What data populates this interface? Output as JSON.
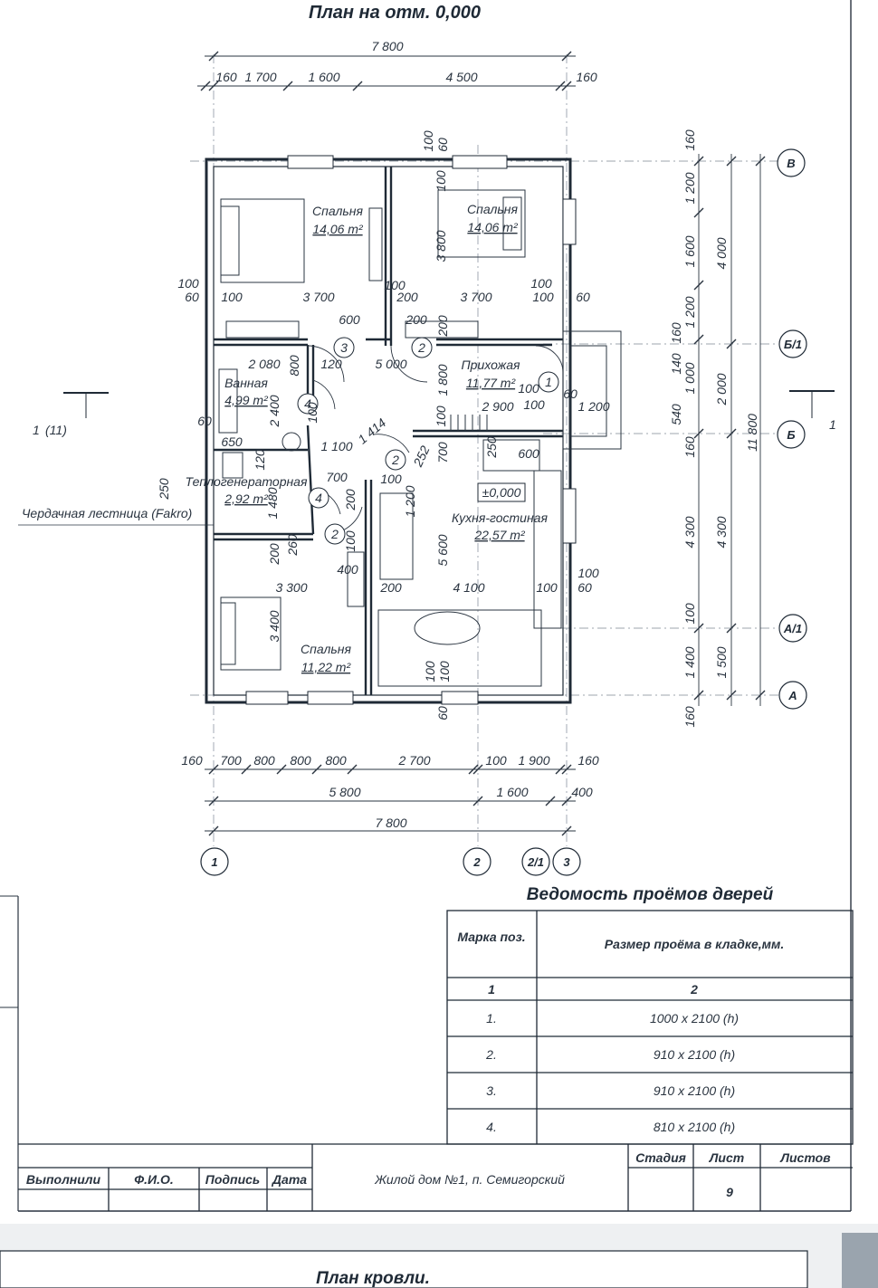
{
  "plan": {
    "title": "План  на отм. 0,000",
    "level_mark": "±0,000",
    "attic_stair_label": "Чердачная лестница (Fakro)",
    "section_mark_left": "1",
    "section_mark_left_ref": "(11)",
    "section_mark_right": "1"
  },
  "rooms": [
    {
      "name": "Спальня",
      "area": "14,06 m²"
    },
    {
      "name": "Спальня",
      "area": "14,06 m²"
    },
    {
      "name": "Прихожая",
      "area": "11,77 m²"
    },
    {
      "name": "Ванная",
      "area": "4,99 m²"
    },
    {
      "name": "Теплогенераторная",
      "area": "2,92 m²"
    },
    {
      "name": "Кухня-гостиная",
      "area": "22,57 m²"
    },
    {
      "name": "Спальня",
      "area": "11,22 m²"
    }
  ],
  "axes": {
    "horizontal": [
      "1",
      "2",
      "2/1",
      "3"
    ],
    "vertical": [
      "В",
      "Б/1",
      "Б",
      "А/1",
      "А"
    ]
  },
  "dimensions": {
    "top_total": "7 800",
    "top_chain": [
      "160",
      "1 700",
      "1 600",
      "4 500",
      "160"
    ],
    "bottom_chain_1": [
      "160",
      "700",
      "800",
      "800",
      "800",
      "2 700",
      "100",
      "1 900",
      "160"
    ],
    "bottom_chain_2": [
      "5 800",
      "1 600",
      "400"
    ],
    "bottom_total": "7 800",
    "right_chain_1": [
      "160",
      "1 200",
      "1 600",
      "1 200",
      "160",
      "140",
      "1 000",
      "540",
      "160",
      "4 300",
      "100",
      "1 400",
      "160"
    ],
    "right_chain_2": [
      "4 000",
      "2 000",
      "4 300",
      "1 500"
    ],
    "right_total": "11 800",
    "interior": [
      "100",
      "60",
      "100",
      "3 700",
      "200",
      "3 700",
      "100",
      "100",
      "60",
      "600",
      "200",
      "2 080",
      "120",
      "5 000",
      "800",
      "2 400",
      "1 800",
      "100",
      "100",
      "60",
      "2 900",
      "100",
      "1 200",
      "650",
      "1 100",
      "1 414",
      "120",
      "250",
      "252",
      "700",
      "250",
      "600",
      "700",
      "100",
      "1 200",
      "200",
      "1 480",
      "100",
      "260",
      "200",
      "400",
      "5 600",
      "3 300",
      "200",
      "4 100",
      "100",
      "100",
      "60",
      "3 400",
      "100",
      "100",
      "60",
      "3 800",
      "100",
      "60",
      "200",
      "100",
      "100",
      "100",
      "60"
    ]
  },
  "door_marks": [
    "1",
    "2",
    "2",
    "3",
    "4",
    "4",
    "2"
  ],
  "schedule": {
    "title": "Ведомость проёмов дверей",
    "col1_header": "Марка поз.",
    "col2_header": "Размер проёма в кладке,мм.",
    "col1_num": "1",
    "col2_num": "2",
    "rows": [
      {
        "mark": "1.",
        "size": "1000 x 2100 (h)"
      },
      {
        "mark": "2.",
        "size": "910 x 2100 (h)"
      },
      {
        "mark": "3.",
        "size": "910 x 2100 (h)"
      },
      {
        "mark": "4.",
        "size": "810 x 2100 (h)"
      }
    ]
  },
  "stamp": {
    "performed": "Выполнили",
    "fio": "Ф.И.О.",
    "signature": "Подпись",
    "date": "Дата",
    "project": "Жилой дом №1, п. Семигорский",
    "stage": "Стадия",
    "sheet": "Лист",
    "sheets": "Листов",
    "sheet_no": "9"
  },
  "next_sheet_title": "План кровли."
}
